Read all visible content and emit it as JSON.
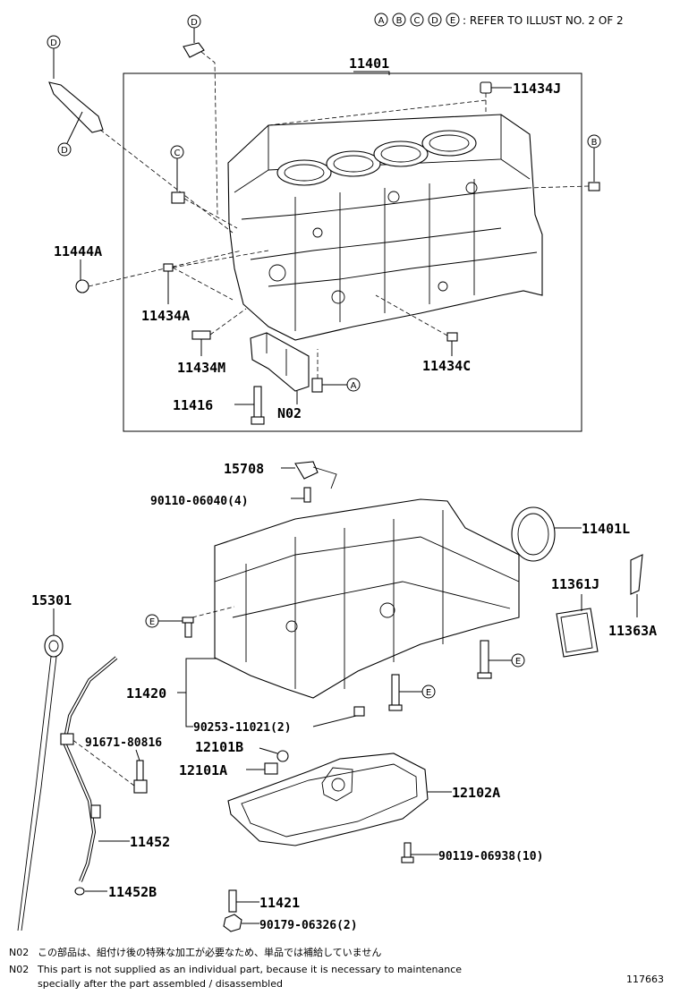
{
  "header": {
    "circles": [
      "A",
      "B",
      "C",
      "D",
      "E"
    ],
    "text": ": REFER TO ILLUST NO. 2 OF 2"
  },
  "parts": {
    "p11401": "11401",
    "p11434J": "11434J",
    "p11444A": "11444A",
    "p11434A": "11434A",
    "p11434M": "11434M",
    "p11434C": "11434C",
    "p11416": "11416",
    "pN02": "N02",
    "p15708": "15708",
    "p90110": "90110-06040(4)",
    "p11401L": "11401L",
    "p11361J": "11361J",
    "p11363A": "11363A",
    "p15301": "15301",
    "p11420": "11420",
    "p90253": "90253-11021(2)",
    "p91671": "91671-80816",
    "p12101B": "12101B",
    "p12101A": "12101A",
    "p12102A": "12102A",
    "p11452": "11452",
    "p90119": "90119-06938(10)",
    "p11452B": "11452B",
    "p11421": "11421",
    "p90179": "90179-06326(2)"
  },
  "callouts": {
    "D": "D",
    "C": "C",
    "B": "B",
    "A": "A",
    "E": "E"
  },
  "notes": {
    "code": "N02",
    "jp": "この部品は、組付け後の特殊な加工が必要なため、単品では補給していません",
    "en1": "This part is not supplied as an individual part, because it is necessary to maintenance",
    "en2": "specially after the part assembled / disassembled"
  },
  "illustration_number": "117663"
}
